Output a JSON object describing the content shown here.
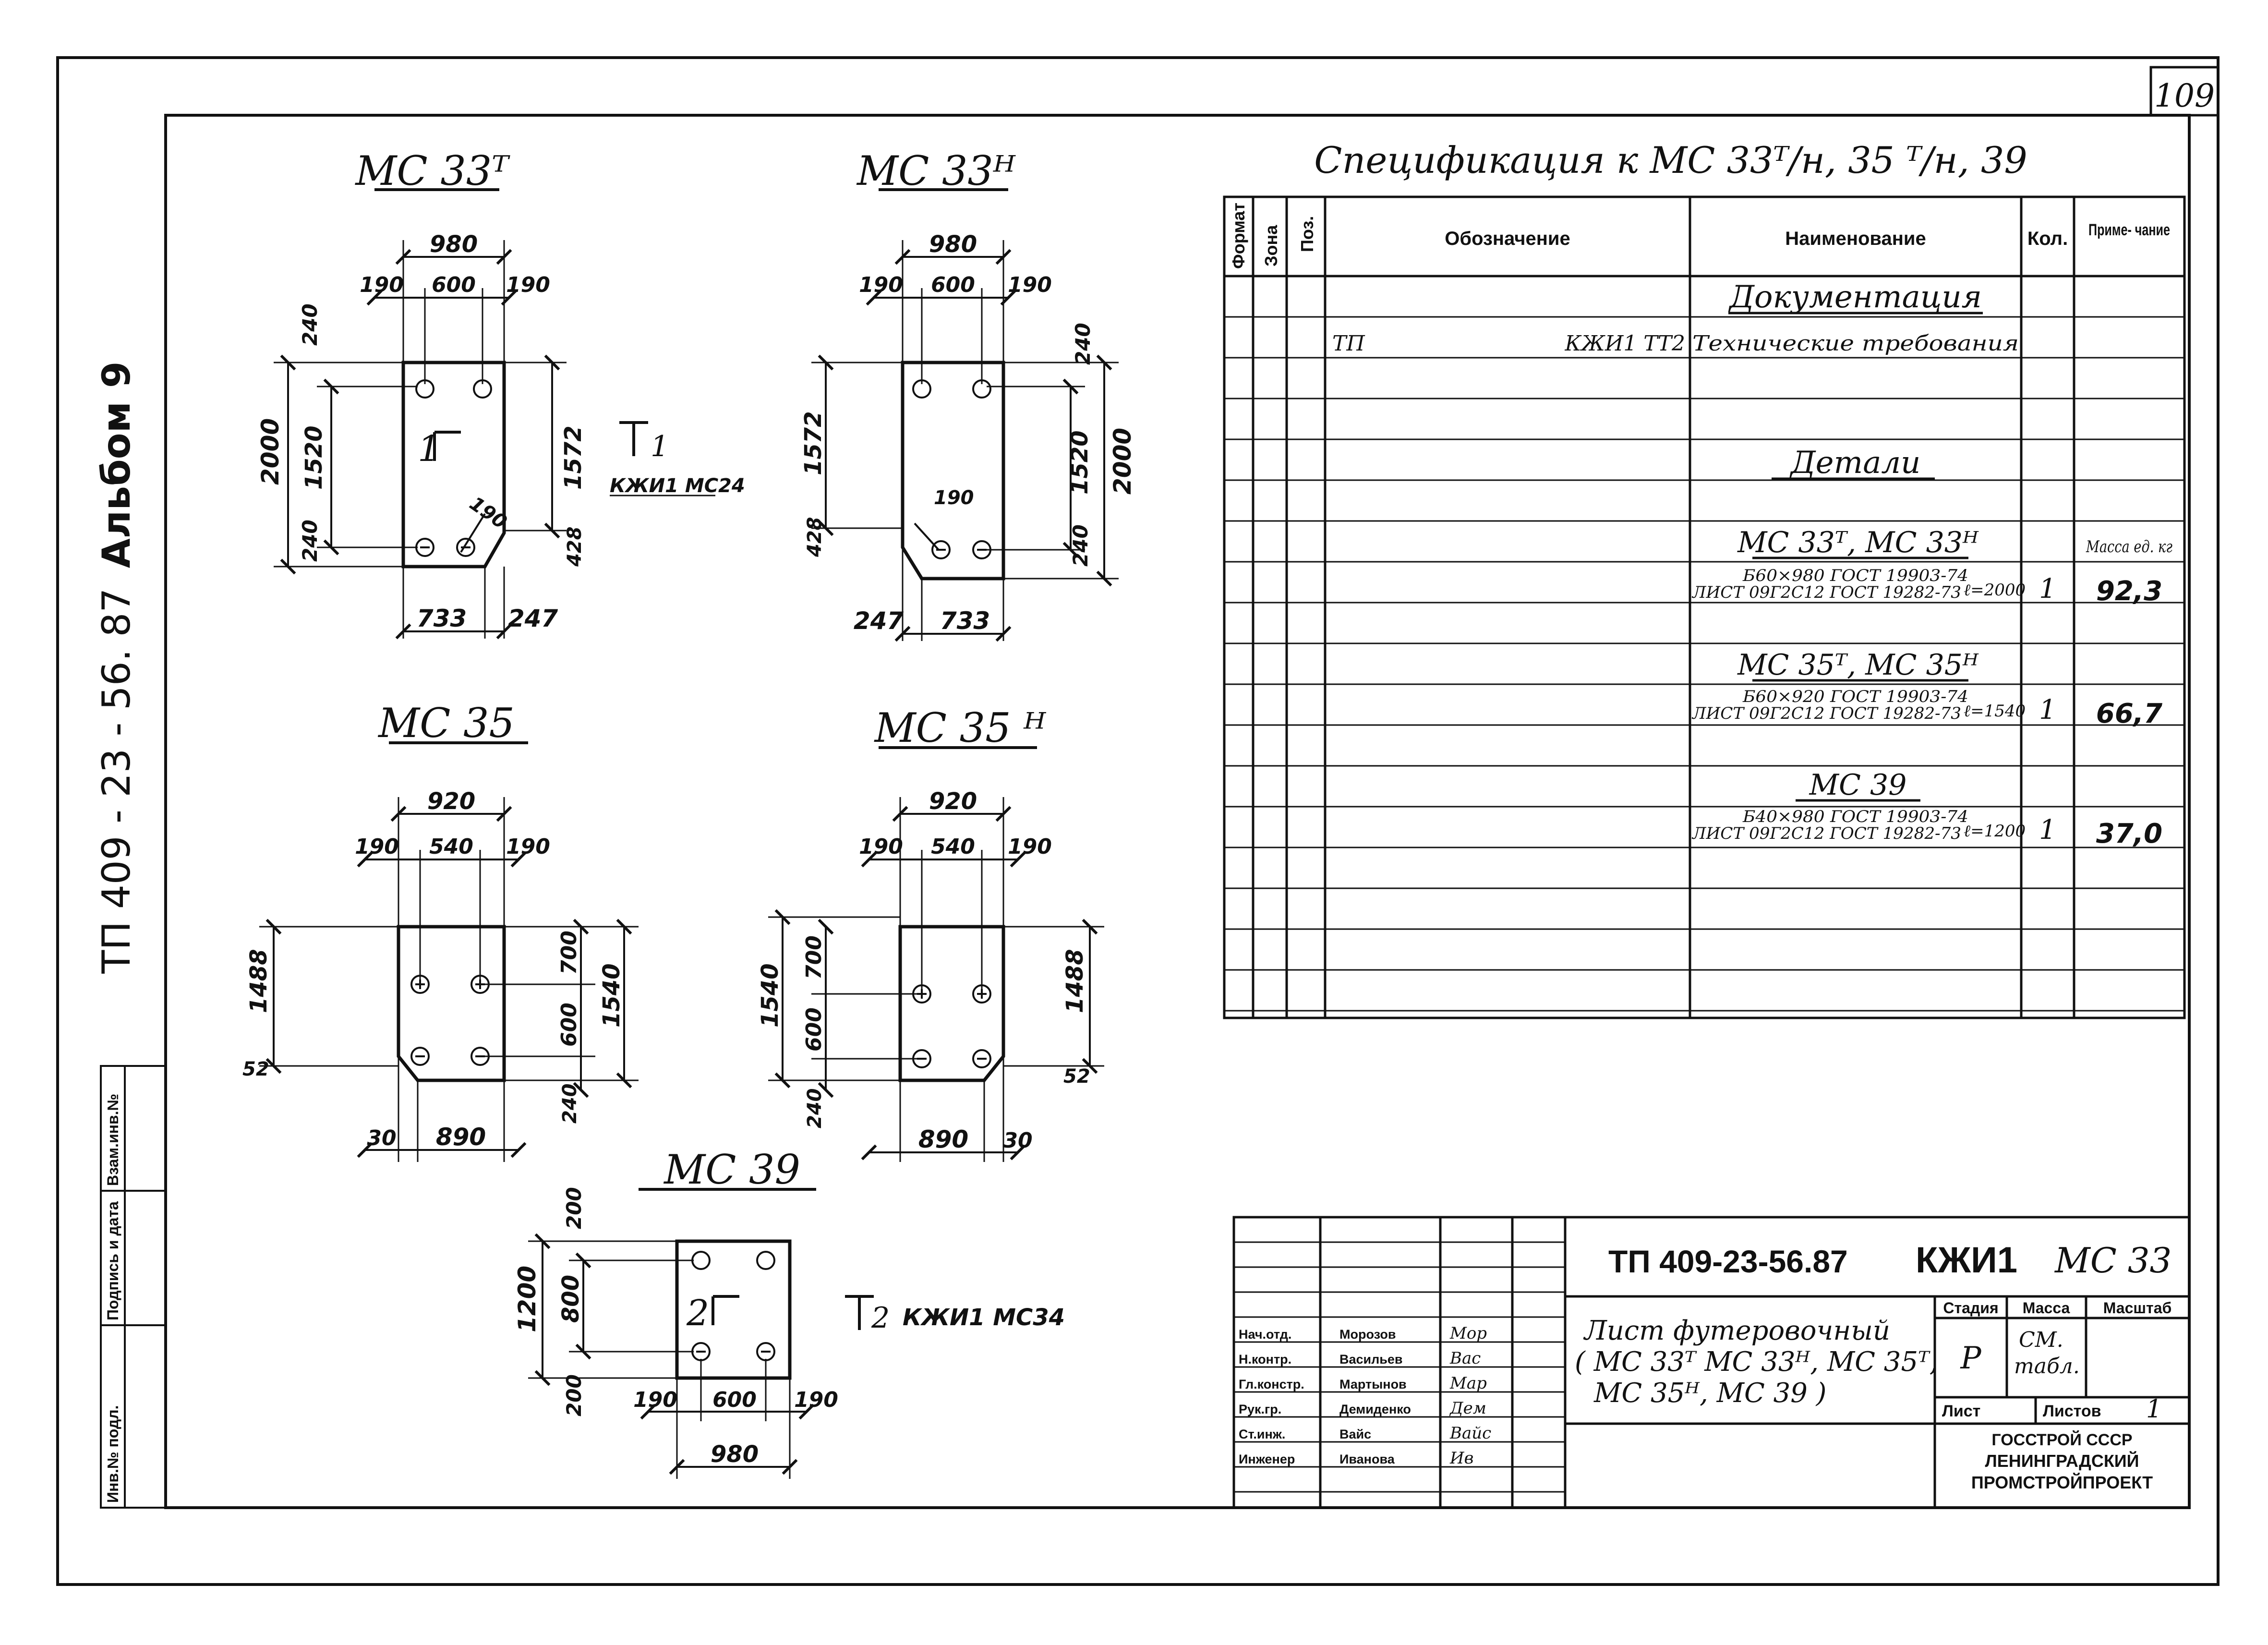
{
  "sheet": {
    "page_number": "109",
    "side_code": "ТП 409 - 23 - 56. 87",
    "side_album": "Альбом 9",
    "side_stamps": [
      "Инв.№ подл.",
      "Подпись и дата",
      "Взам.инв.№"
    ]
  },
  "drawings": {
    "mc33t": {
      "title": "МС 33ᵀ",
      "dims": {
        "w": "980",
        "l": "190",
        "c": "600",
        "r": "190",
        "top": "240",
        "h": "2000",
        "mid": "1520",
        "bot": "240",
        "right": "1572",
        "chamfer_h": "428",
        "chamfer": "190",
        "base1": "733",
        "base2": "247"
      },
      "pos_label": "1",
      "section_label": "1",
      "section_ref": "КЖИ1 МС24"
    },
    "mc33n": {
      "title": "МС 33ᴴ",
      "dims": {
        "w": "980",
        "l": "190",
        "c": "600",
        "r": "190",
        "top": "240",
        "h": "2000",
        "mid": "1520",
        "bot": "240",
        "left": "1572",
        "chamfer_h": "428",
        "chamfer": "190",
        "base1": "247",
        "base2": "733"
      }
    },
    "mc35": {
      "title": "МС 35",
      "dims": {
        "w": "920",
        "l": "190",
        "c": "540",
        "r": "190",
        "left": "1488",
        "low": "52",
        "r1": "700",
        "r2": "600",
        "rb": "240",
        "rh": "1540",
        "b1": "30",
        "b2": "890"
      }
    },
    "mc35n": {
      "title": "МС 35 ᴴ",
      "dims": {
        "w": "920",
        "l": "190",
        "c": "540",
        "r": "190",
        "lh": "1540",
        "l1": "700",
        "l2": "600",
        "lb": "240",
        "right": "1488",
        "low": "52",
        "b1": "890",
        "b2": "30"
      }
    },
    "mc39": {
      "title": "МС 39",
      "dims": {
        "top": "200",
        "h": "1200",
        "mid": "800",
        "bot": "200",
        "l": "190",
        "c": "600",
        "r": "190",
        "w": "980"
      },
      "pos_label": "2",
      "section_label": "2",
      "section_ref": "КЖИ1 МС34"
    }
  },
  "spec": {
    "title": "Спецификация к МС 33ᵀ/н, 35 ᵀ/н, 39",
    "headers": {
      "format": "Формат",
      "zone": "Зона",
      "pos": "Поз.",
      "designation": "Обозначение",
      "name": "Наименование",
      "qty": "Кол.",
      "note": "Приме- чание"
    },
    "section_docs": "Документация",
    "doc_row": {
      "pos": "ТП",
      "designation": "КЖИ1 ТТ2",
      "name": "Технические требования"
    },
    "section_details": "Детали",
    "mass_note": "Масса ед. кг",
    "groups": [
      {
        "name": "МС 33ᵀ, МС 33ᴴ",
        "line1": "Б60×980 ГОСТ 19903-74",
        "line2": "ЛИСТ 09Г2С12 ГОСТ 19282-73",
        "len": "ℓ=2000",
        "qty": "1",
        "note": "92,3"
      },
      {
        "name": "МС 35ᵀ, МС 35ᴴ",
        "line1": "Б60×920 ГОСТ 19903-74",
        "line2": "ЛИСТ 09Г2С12 ГОСТ 19282-73",
        "len": "ℓ=1540",
        "qty": "1",
        "note": "66,7"
      },
      {
        "name": "МС 39",
        "line1": "Б40×980 ГОСТ 19903-74",
        "line2": "ЛИСТ 09Г2С12 ГОСТ 19282-73",
        "len": "ℓ=1200",
        "qty": "1",
        "note": "37,0"
      }
    ]
  },
  "title_block": {
    "code": "ТП 409-23-56.87",
    "doc_mark": "КЖИ1",
    "mark": "МС 33",
    "sheet_name": "Лист футеровочный ( МС 33ᵀ МС 33ᴴ, МС 35ᵀ, МС 35ᴴ, МС 39 )",
    "name_lines": [
      "Лист футеровочный",
      "( МС 33ᵀ МС 33ᴴ, МС 35ᵀ,",
      "МС 35ᴴ, МС 39 )"
    ],
    "col_stage": "Стадия",
    "col_mass": "Масса",
    "col_scale": "Масштаб",
    "stage": "Р",
    "mass": "СМ. табл.",
    "mass_lines": [
      "СМ.",
      "табл."
    ],
    "sheet_label": "Лист",
    "sheets_label": "Листов",
    "sheets_value": "1",
    "org": [
      "ГОССТРОЙ СССР",
      "ЛЕНИНГРАДСКИЙ",
      "ПРОМСТРОЙПРОЕКТ"
    ],
    "staff": [
      {
        "role": "Нач.отд.",
        "name": "Морозов",
        "sig": "Мор"
      },
      {
        "role": "Н.контр.",
        "name": "Васильев",
        "sig": "Вас"
      },
      {
        "role": "Гл.констр.",
        "name": "Мартынов",
        "sig": "Мар"
      },
      {
        "role": "Рук.гр.",
        "name": "Демиденко",
        "sig": "Дем"
      },
      {
        "role": "Ст.инж.",
        "name": "Вайс",
        "sig": "Вайс"
      },
      {
        "role": "Инженер",
        "name": "Иванова",
        "sig": "Ив"
      }
    ]
  }
}
